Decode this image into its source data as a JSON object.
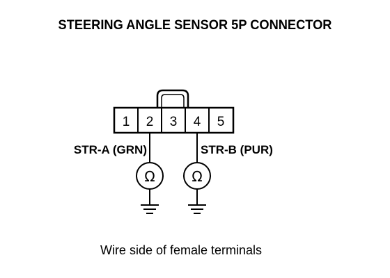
{
  "diagram": {
    "title": "STEERING ANGLE SENSOR 5P CONNECTOR",
    "connector": {
      "pins": [
        "1",
        "2",
        "3",
        "4",
        "5"
      ],
      "latch_position": "over pins 2-3"
    },
    "wires": [
      {
        "label": "STR-A (GRN)",
        "pin": "2"
      },
      {
        "label": "STR-B (PUR)",
        "pin": "4"
      }
    ],
    "meters": [
      {
        "symbol": "Ω",
        "icon": "ohmmeter-icon"
      },
      {
        "symbol": "Ω",
        "icon": "ohmmeter-icon"
      }
    ],
    "ground_icon": "ground-icon",
    "caption": "Wire side of female terminals"
  }
}
